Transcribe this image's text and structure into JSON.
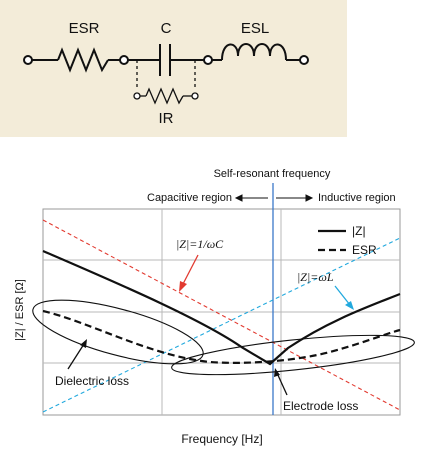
{
  "circuit": {
    "panel_color": "#f3ecd9",
    "labels": {
      "esr": "ESR",
      "c": "C",
      "esl": "ESL",
      "ir": "IR"
    }
  },
  "chart": {
    "self_resonant_label": "Self-resonant frequency",
    "capacitive_label": "Capacitive region",
    "inductive_label": "Inductive region",
    "ylabel": "|Z| / ESR [Ω]",
    "xlabel": "Frequency [Hz]",
    "legend": {
      "z": "|Z|",
      "esr": "ESR"
    },
    "annotations": {
      "zc": "|Z|=1/ωC",
      "zl": "|Z|=ωL",
      "dielectric": "Dielectric loss",
      "electrode": "Electrode loss"
    },
    "colors": {
      "capacitive_asymptote": "#e23a30",
      "inductive_asymptote": "#22a9de",
      "resonance_line": "#3b78c9",
      "curves": "#111111"
    }
  }
}
